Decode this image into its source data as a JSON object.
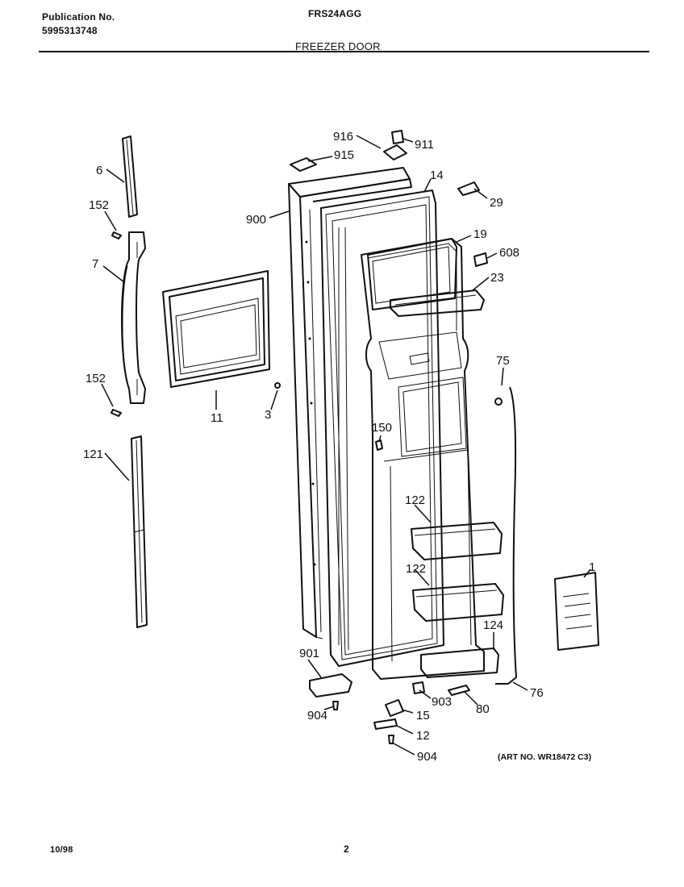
{
  "header": {
    "publication_label": "Publication No.",
    "publication_number": "5995313748",
    "model": "FRS24AGG",
    "section_title": "FREEZER DOOR"
  },
  "callouts": {
    "c6": "6",
    "c152a": "152",
    "c7": "7",
    "c152b": "152",
    "c121": "121",
    "c11": "11",
    "c3": "3",
    "c900": "900",
    "c916": "916",
    "c915": "915",
    "c911": "911",
    "c14": "14",
    "c29": "29",
    "c19": "19",
    "c608": "608",
    "c23": "23",
    "c75": "75",
    "c150": "150",
    "c122a": "122",
    "c122b": "122",
    "c1": "1",
    "c124": "124",
    "c901": "901",
    "c904a": "904",
    "c15": "15",
    "c903": "903",
    "c80": "80",
    "c76": "76",
    "c12": "12",
    "c904b": "904"
  },
  "art_number": "(ART NO. WR18472 C3)",
  "footer": {
    "date": "10/98",
    "page": "2"
  }
}
